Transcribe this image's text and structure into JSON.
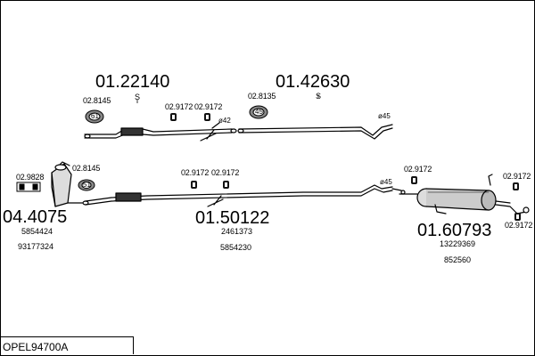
{
  "parts": {
    "rear_upper_pipe": {
      "number": "01.22140",
      "note": "S"
    },
    "front_upper_pipe": {
      "number": "01.42630",
      "note": "S"
    },
    "catalytic_converter": {
      "number": "04.4075",
      "refs": [
        "5854424",
        "93177324"
      ]
    },
    "middle_pipe": {
      "number": "01.50122",
      "refs": [
        "2461373",
        "5854230"
      ]
    },
    "rear_silencer": {
      "number": "01.60793",
      "refs": [
        "13229369",
        "852560"
      ]
    }
  },
  "fittings": {
    "gasket_upper_left": "02.8145",
    "hanger_upper_1": "02.9172",
    "hanger_upper_2": "02.9172",
    "gasket_upper_mid": "02.8135",
    "diameter_upper_42": "ø42",
    "diameter_upper_45": "ø45",
    "clamp_left": "02.9828",
    "gasket_lower_left": "02.8145",
    "hanger_lower_1": "02.9172",
    "hanger_lower_2": "02.9172",
    "diameter_lower_45": "ø45",
    "hanger_silencer_1": "02.9172",
    "hanger_silencer_2": "02.9172",
    "hanger_silencer_3": "02.9172",
    "gasket_label_61": "61",
    "gasket_label_45": "45",
    "gasket_label_51": "51"
  },
  "footer": {
    "code": "OPEL94700A"
  }
}
